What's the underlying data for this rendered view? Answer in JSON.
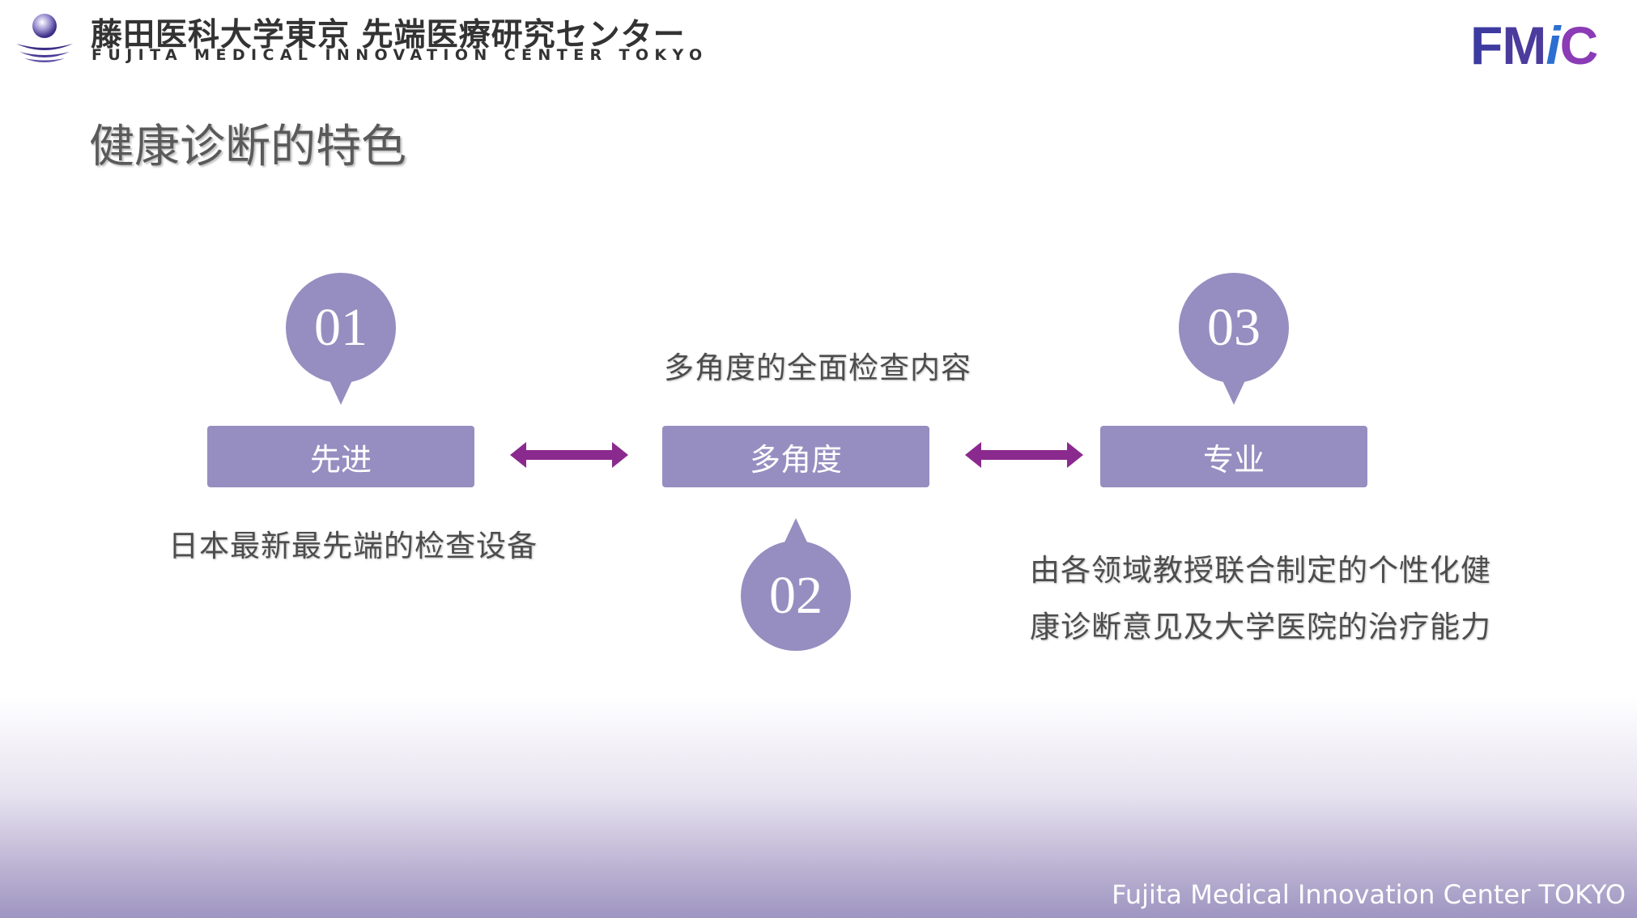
{
  "header": {
    "logo_jp": "藤田医科大学東京 先端医療研究センター",
    "logo_en": "FUJITA MEDICAL INNOVATION CENTER TOKYO",
    "brand": {
      "f": "F",
      "m": "M",
      "i": "i",
      "c": "C"
    }
  },
  "page": {
    "title": "健康诊断的特色"
  },
  "steps": [
    {
      "number": "01",
      "label": "先进",
      "description": "日本最新最先端的检查设备"
    },
    {
      "number": "02",
      "label": "多角度",
      "description": "多角度的全面检查内容"
    },
    {
      "number": "03",
      "label": "专业",
      "description_line1": "由各领域教授联合制定的个性化健",
      "description_line2": "康诊断意见及大学医院的治疗能力"
    }
  ],
  "colors": {
    "step_fill": "#968ec0",
    "arrow": "#8b2a8e",
    "title": "#5a5a5a"
  },
  "footer": {
    "text": "Fujita Medical Innovation Center TOKYO"
  }
}
